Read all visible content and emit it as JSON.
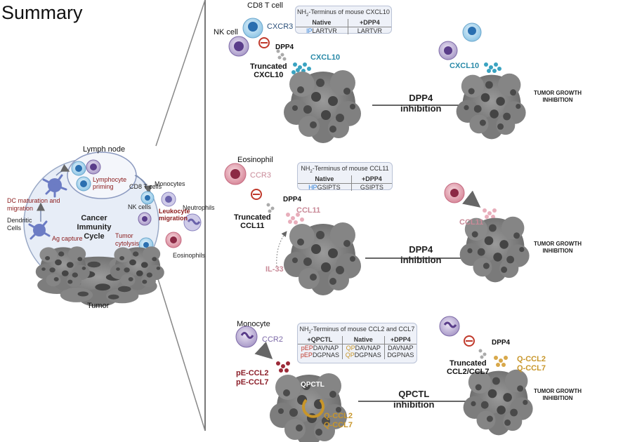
{
  "title": "Summary",
  "left_panel": {
    "lymph_node": "Lymph node",
    "lymphocyte_priming": "Lymphocyte priming",
    "dc_maturation": "DC maturation and migration",
    "dendritic_cells": "Dendritic Cells",
    "cycle_title": "Cancer Immunity Cycle",
    "ag_capture": "Ag capture",
    "cd8_t_cells": "CD8 T cells",
    "nk_cells": "NK cells",
    "monocytes": "Monocytes",
    "neutrophils": "Neutrophils",
    "leukocyte_migration": "Leukocyte migration",
    "tumor_cytolysis": "Tumor cytolysis",
    "eosinophils": "Eosinophils",
    "tumor": "Tumor"
  },
  "panel1": {
    "cd8_t_cell": "CD8 T cell",
    "nk_cell": "NK cell",
    "cxcr3": "CXCR3",
    "dpp4": "DPP4",
    "truncated": "Truncated",
    "truncated_name": "CXCL10",
    "cxcl10": "CXCL10",
    "box_title_pre": "NH",
    "box_title_sub": "2",
    "box_title_post": "-Terminus of mouse CXCL10",
    "col_native": "Native",
    "col_dpp4": "+DPP4",
    "native_hi": "IP",
    "native_rest": "LARTVR",
    "dpp4_seq": "LARTVR",
    "arrow_label_1": "DPP4",
    "arrow_label_2": "inhibition",
    "right_cxcl10": "CXCL10",
    "result_1": "TUMOR GROWTH",
    "result_2": "INHIBITION"
  },
  "panel2": {
    "eosinophil": "Eosinophil",
    "ccr3": "CCR3",
    "dpp4": "DPP4",
    "truncated": "Truncated",
    "truncated_name": "CCL11",
    "ccl11": "CCL11",
    "il33": "IL-33",
    "box_title_pre": "NH",
    "box_title_sub": "2",
    "box_title_post": "-Terminus of mouse CCL11",
    "col_native": "Native",
    "col_dpp4": "+DPP4",
    "native_hi": "HP",
    "native_rest": "GSIPTS",
    "dpp4_seq": "GSIPTS",
    "arrow_label_1": "DPP4",
    "arrow_label_2": "inhibition",
    "right_ccl11": "CCL11",
    "result_1": "TUMOR GROWTH",
    "result_2": "INHIBITION"
  },
  "panel3": {
    "monocyte": "Monocyte",
    "ccr2": "CCR2",
    "pe_ccl2": "pE-CCL2",
    "pe_ccl7": "pE-CCL7",
    "qpctl": "QPCTL",
    "q_ccl2": "Q-CCL2",
    "q_ccl7": "Q-CCL7",
    "box_title_pre": "NH",
    "box_title_sub": "2",
    "box_title_post": "-Terminus of mouse CCL2 and CCL7",
    "col_qpctl": "+QPCTL",
    "col_native": "Native",
    "col_dpp4": "+DPP4",
    "row1_q_hi": "pEP",
    "row1_q_rest": "DAVNAP",
    "row1_n_hi": "QP",
    "row1_n_rest": "DAVNAP",
    "row1_d": "DAVNAP",
    "row2_q_hi": "pEP",
    "row2_q_rest": "DGPNAS",
    "row2_n_hi": "QP",
    "row2_n_rest": "DGPNAS",
    "row2_d": "DGPNAS",
    "arrow_label_1": "QPCTL",
    "arrow_label_2": "inhibition",
    "dpp4": "DPP4",
    "truncated": "Truncated",
    "truncated_name": "CCL2/CCL7",
    "right_q_ccl2": "Q-CCL2",
    "right_q_ccl7": "Q-CCL7",
    "result_1": "TUMOR GROWTH",
    "result_2": "INHIBITION"
  }
}
